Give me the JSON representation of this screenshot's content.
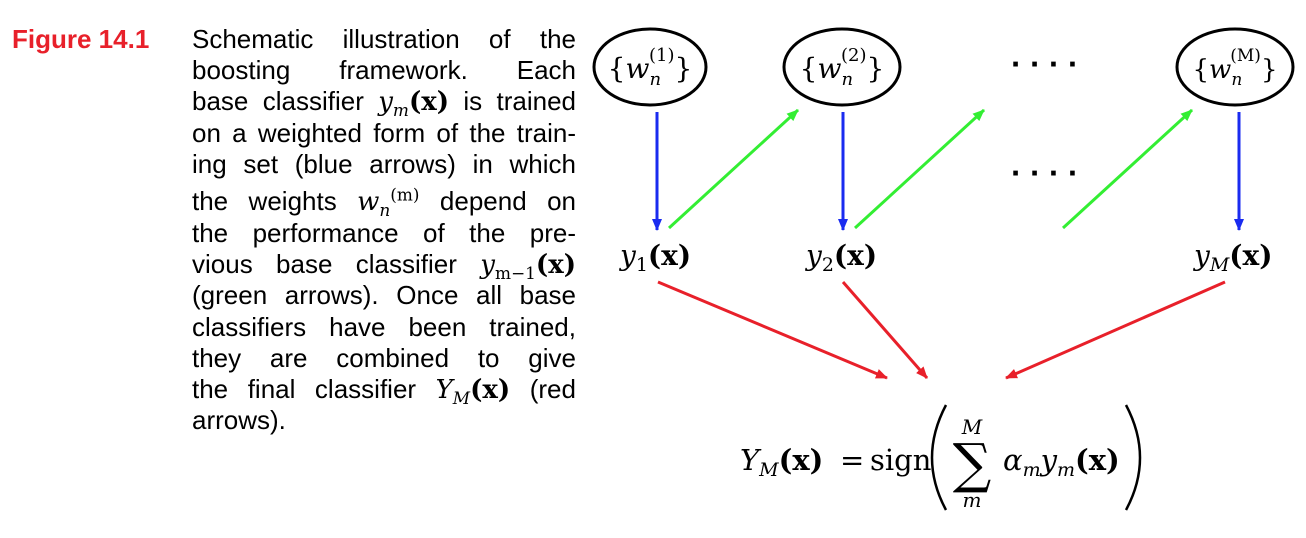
{
  "figure": {
    "label": "Figure 14.1",
    "caption": {
      "line1": "Schematic illustration of the",
      "line2": "boosting framework. Each",
      "line3_a": "base classifier",
      "line3_math_sym": "y",
      "line3_math_sub": "m",
      "line3_math_arg": "(x)",
      "line3_b": "is trained",
      "line4": "on a weighted form of the train-",
      "line5": "ing set (blue arrows) in which",
      "line6_a": "the weights",
      "line6_math_sym": "w",
      "line6_math_sub": "n",
      "line6_math_sup": "(m)",
      "line6_b": "depend on",
      "line7": "the performance of the pre-",
      "line8_a": "vious base classifier",
      "line8_math_sym": "y",
      "line8_math_sub": "m−1",
      "line8_math_arg": "(x)",
      "line9": "(green arrows). Once all base",
      "line10": "classifiers have been trained,",
      "line11": "they are combined to give",
      "line12_a": "the final classifier",
      "line12_math_sym": "Y",
      "line12_math_sub": "M",
      "line12_math_arg": "(x)",
      "line12_b": "(red",
      "line13": "arrows)."
    }
  },
  "diagram": {
    "weight_nodes": [
      {
        "sym": "w",
        "sub": "n",
        "sup": "(1)"
      },
      {
        "sym": "w",
        "sub": "n",
        "sup": "(2)"
      },
      {
        "sym": "w",
        "sub": "n",
        "sup": "(M)"
      }
    ],
    "classifiers": [
      {
        "sym": "y",
        "sub": "1",
        "arg": "(x)"
      },
      {
        "sym": "y",
        "sub": "2",
        "arg": "(x)"
      },
      {
        "sym": "y",
        "sub": "M",
        "arg": "(x)"
      }
    ],
    "ellipsis": "· · · ·",
    "formula": {
      "lhs_sym": "Y",
      "lhs_sub": "M",
      "lhs_arg": "(x)",
      "equals": "=",
      "func": "sign",
      "sum_upper": "M",
      "sum_lower": "m",
      "sum_symbol": "∑",
      "alpha": "α",
      "alpha_sub": "m",
      "y": "y",
      "y_sub": "m",
      "y_arg": "(x)"
    },
    "colors": {
      "blue_arrow": "#1a2bf0",
      "green_arrow": "#33ee33",
      "red_arrow": "#e8202a",
      "label": "#e8202a"
    }
  }
}
